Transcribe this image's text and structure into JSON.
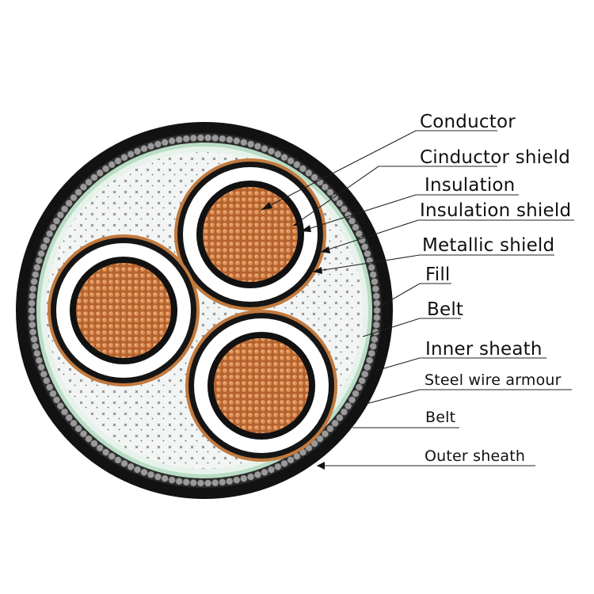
{
  "labels": {
    "conductor": "Conductor",
    "conductor_shield": "Cinductor shield",
    "insulation": "Insulation",
    "insulation_shield": "Insulation shield",
    "metallic_shield": "Metallic shield",
    "fill": "Fill",
    "belt_upper": "Belt",
    "inner_sheath": "Inner sheath",
    "steel_wire_armour": "Steel wire armour",
    "belt_lower": "Belt",
    "outer_sheath": "Outer sheath"
  },
  "colors": {
    "outer_sheath": "#121212",
    "armour_wire": "#9a9a9a",
    "inner_sheath": "#e6f2ea",
    "belt": "#b9dcc4",
    "fill": "#f3f5f4",
    "metallic_shield": "#c27a3e",
    "insulation_shield": "#151515",
    "insulation": "#ffffff",
    "conductor_shield": "#111111",
    "conductor": "#b4622e",
    "conductor_strand": "#de9157",
    "leader": "#222222"
  }
}
